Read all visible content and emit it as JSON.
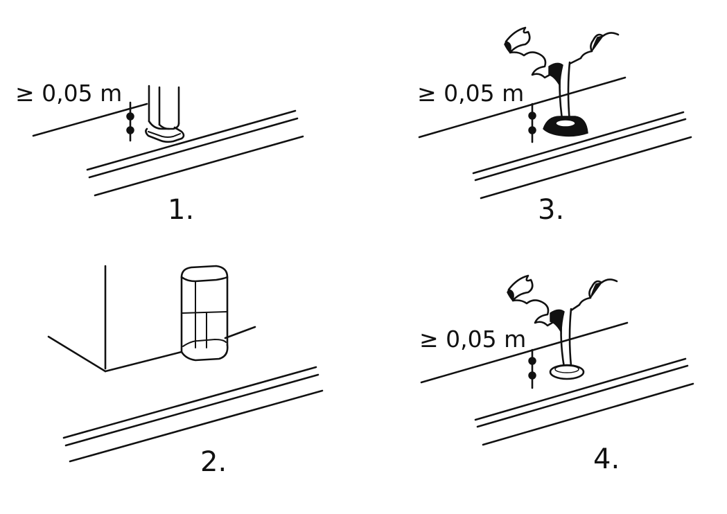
{
  "panels": [
    {
      "number": "1.",
      "label": "≥ 0,05 m",
      "object": "leg-on-pad"
    },
    {
      "number": "2.",
      "label": "",
      "object": "block-against-wall"
    },
    {
      "number": "3.",
      "label": "≥ 0,05 m",
      "object": "plant-in-dark-dish"
    },
    {
      "number": "4.",
      "label": "≥ 0,05 m",
      "object": "plant-in-light-dish"
    }
  ],
  "colors": {
    "ink": "#111111",
    "background": "#ffffff"
  }
}
